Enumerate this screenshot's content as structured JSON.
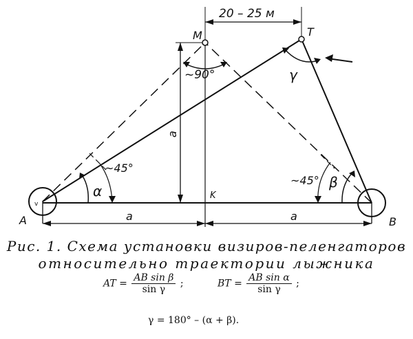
{
  "labels": {
    "distance_top": "20 – 25 м",
    "point_M": "M",
    "point_T": "T",
    "point_A": "A",
    "point_B": "B",
    "point_K": "K",
    "angle_90": "~90°",
    "angle_45_left": "~45°",
    "angle_45_right": "~45°",
    "gamma": "γ",
    "alpha": "α",
    "beta": "β",
    "side_a_vertical": "a",
    "side_a_left": "a",
    "side_a_right": "a",
    "small_v": "v"
  },
  "caption": {
    "line1": "Рис. 1. Схема установки визиров-пеленгаторов",
    "line2": "относительно траектории лыжника"
  },
  "formulas": {
    "AT_lhs": "AT =",
    "AT_num": "AB sin β",
    "AT_den": "sin γ",
    "AT_sep": ";",
    "BT_lhs": "BT =",
    "BT_num": "AB sin α",
    "BT_den": "sin γ",
    "BT_sep": ";",
    "gamma_eq": "γ = 180° – (α + β)."
  }
}
